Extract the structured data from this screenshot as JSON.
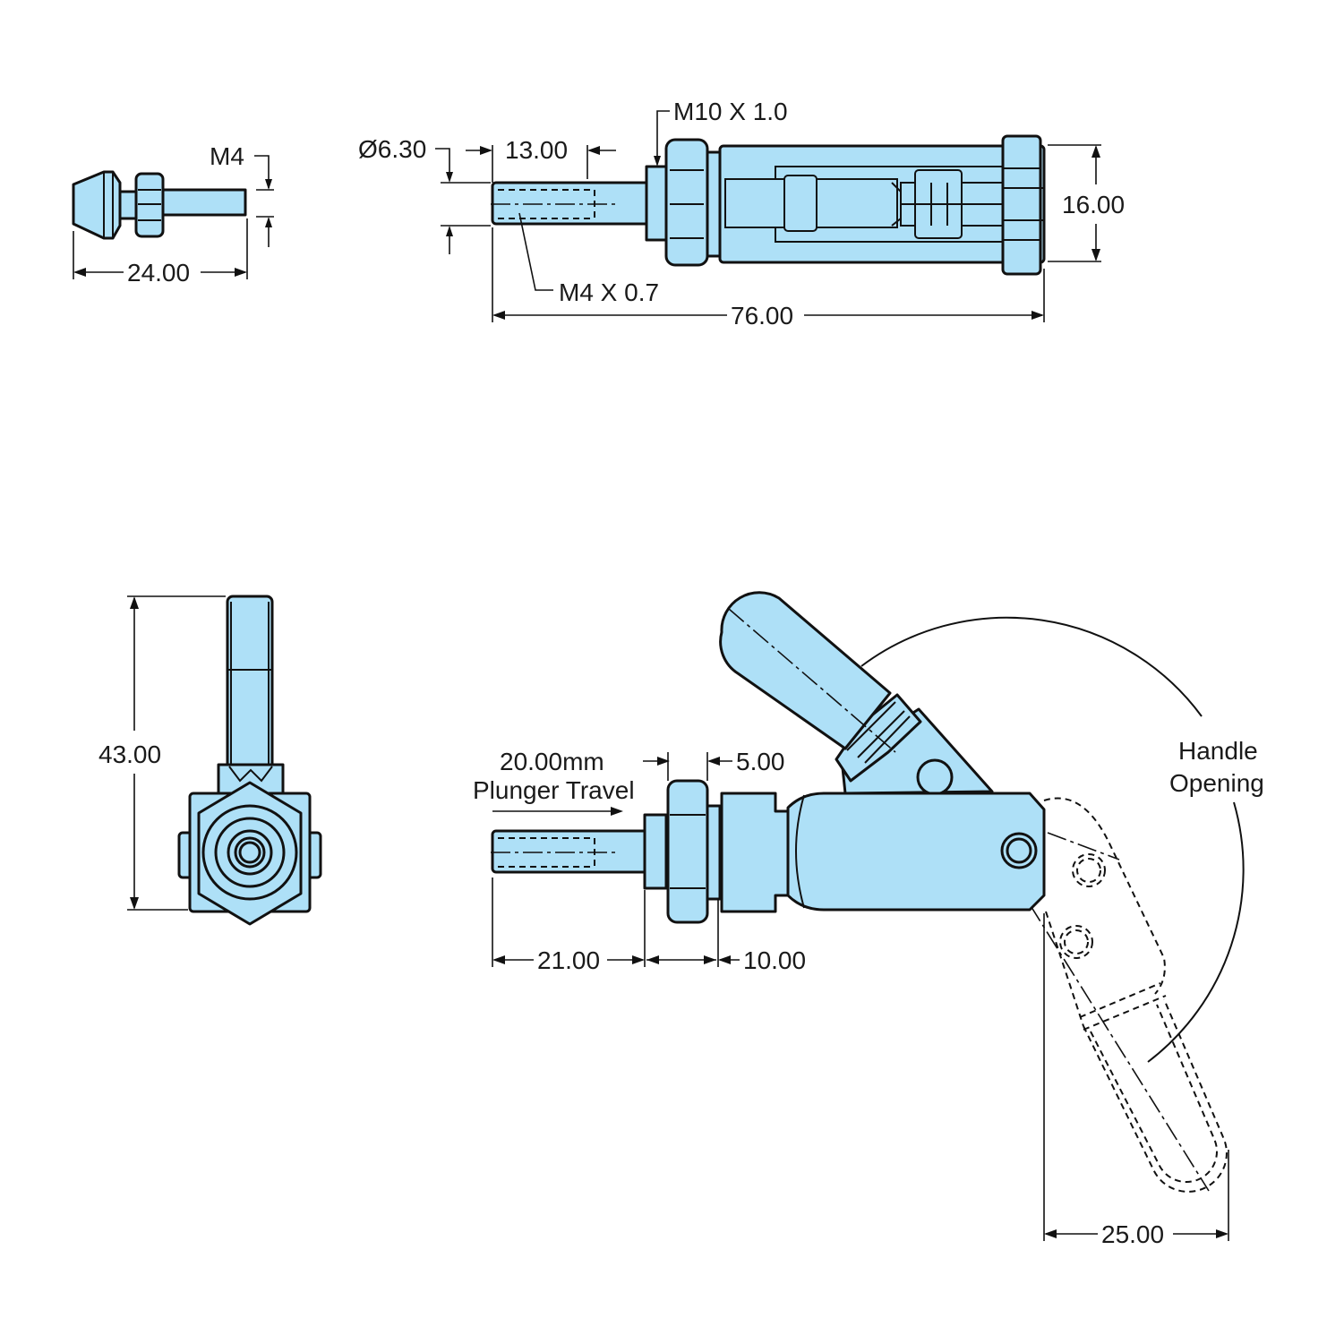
{
  "drawing_title": "",
  "colors": {
    "part_fill": "#aee0f7",
    "line": "#111111",
    "background": "#ffffff"
  },
  "views": {
    "plunger_tip": {
      "thread_label": "M4",
      "length_label": "24.00"
    },
    "top_view": {
      "diameter_label": "Ø6.30",
      "thread_depth_label": "13.00",
      "mount_thread_label": "M10 X 1.0",
      "tip_thread_label": "M4 X 0.7",
      "width_label": "16.00",
      "overall_length_label": "76.00"
    },
    "end_view": {
      "height_label": "43.00"
    },
    "side_view": {
      "travel_value_label": "20.00mm",
      "travel_caption": "Plunger Travel",
      "nut_offset_label": "5.00",
      "plunger_length_label": "21.00",
      "nut_body_label": "10.00",
      "handle_opening_line1": "Handle",
      "handle_opening_line2": "Opening",
      "handle_swing_label": "25.00"
    }
  }
}
